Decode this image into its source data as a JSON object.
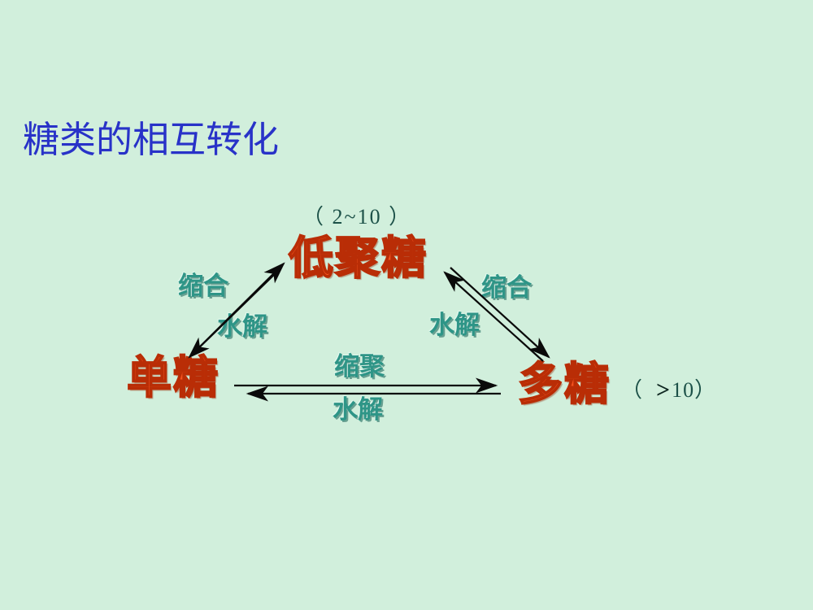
{
  "slide": {
    "title": "糖类的相互转化"
  },
  "diagram": {
    "nodes": {
      "oligosaccharide": {
        "label": "低聚糖",
        "note": "（ 2~10 ）"
      },
      "monosaccharide": {
        "label": "单糖"
      },
      "polysaccharide": {
        "label": "多糖",
        "note_open": "（",
        "note_gt": ">",
        "note_value": "10",
        "note_close": "）"
      }
    },
    "edge_labels": {
      "mono_to_oligo": "缩合",
      "oligo_to_mono": "水解",
      "oligo_to_poly": "缩合",
      "poly_to_oligo": "水解",
      "mono_to_poly": "缩聚",
      "poly_to_mono": "水解"
    }
  },
  "colors": {
    "background": "#d1efdc",
    "title_blue": "#2832c8",
    "node_red_fill": "#f5531f",
    "node_red_outline": "#b92d06",
    "edge_label_teal": "#2e9587",
    "note_teal": "#1c5148",
    "arrow_black": "#0a0a0a"
  }
}
